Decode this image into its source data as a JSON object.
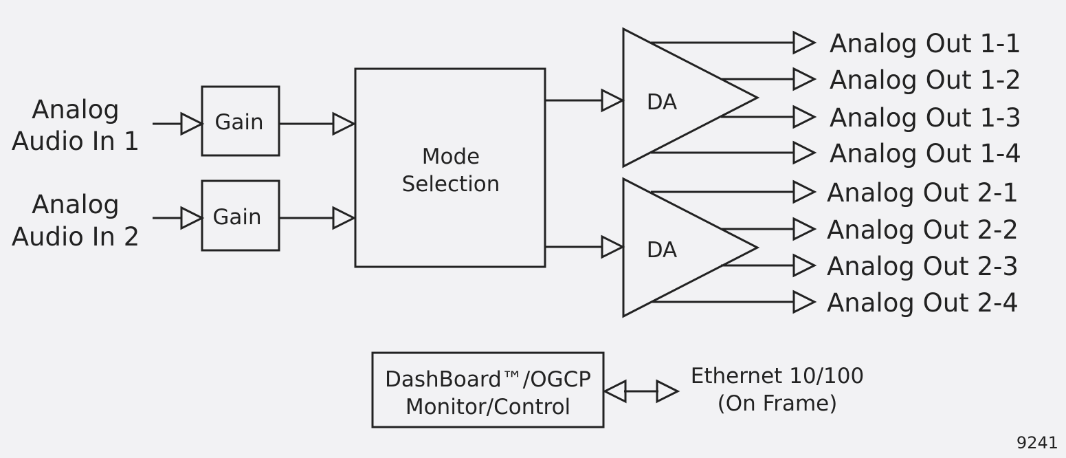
{
  "inputs": [
    {
      "line1": "Analog",
      "line2": "Audio In 1"
    },
    {
      "line1": "Analog",
      "line2": "Audio In 2"
    }
  ],
  "gain_label": "Gain",
  "mode_selection": {
    "line1": "Mode",
    "line2": "Selection"
  },
  "da_label": "DA",
  "outputs": [
    "Analog Out 1-1",
    "Analog Out 1-2",
    "Analog Out 1-3",
    "Analog Out 1-4",
    "Analog Out 2-1",
    "Analog Out 2-2",
    "Analog Out 2-3",
    "Analog Out 2-4"
  ],
  "control": {
    "line1": "DashBoard™/OGCP",
    "line2": "Monitor/Control"
  },
  "ethernet": {
    "line1": "Ethernet 10/100",
    "line2": "(On Frame)"
  },
  "figure_id": "9241"
}
